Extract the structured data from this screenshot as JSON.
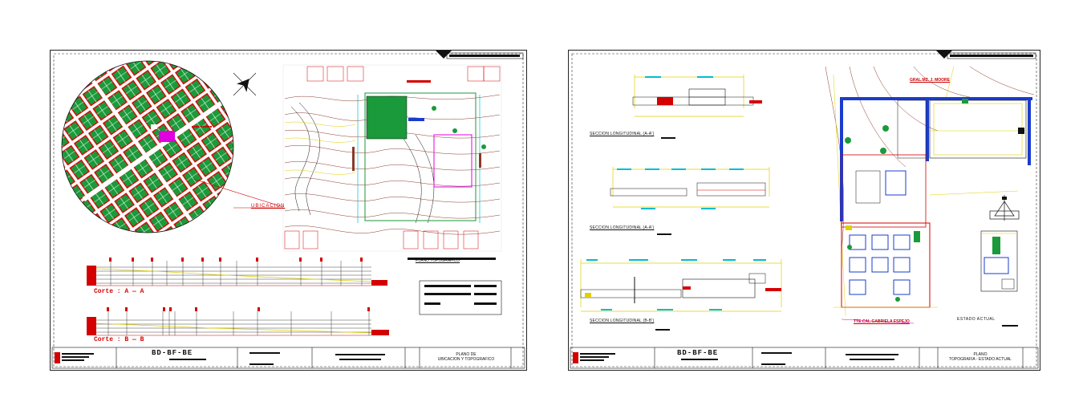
{
  "sheet1": {
    "ubicacion_label": "UBICACION",
    "plano_topografico_label": "PLANO TOPOGRAFICO",
    "corte_a": "Corte : A — A",
    "corte_b": "Corte : B — B",
    "title_line1": "PLANO DE",
    "title_line2": "UBICACION Y TOPOGRAFICO",
    "block_code": "BD-BF-BE"
  },
  "sheet2": {
    "seccion_1": "SECCION LONGITUDINAL (A-A')",
    "seccion_2": "SECCION LONGITUDINAL (A-A')",
    "seccion_3": "SECCION LONGITUDINAL (B-B')",
    "estado_actual": "ESTADO ACTUAL",
    "street_top": "GRAL.MZ. J. MOORE",
    "street_bottom": "TTE.CAL.GABRIELA ESPEJO",
    "title_line1": "PLANO",
    "title_line2": "TOPOGRAFIA - ESTADO ACTUAL",
    "block_code": "BD-BF-BE"
  },
  "colors": {
    "cad_red": "#d40000",
    "cad_green": "#1a9a3a",
    "cad_yellow": "#e0d000",
    "cad_cyan": "#00bcd4",
    "cad_blue": "#1a3ccc",
    "cad_magenta": "#e000e0"
  }
}
